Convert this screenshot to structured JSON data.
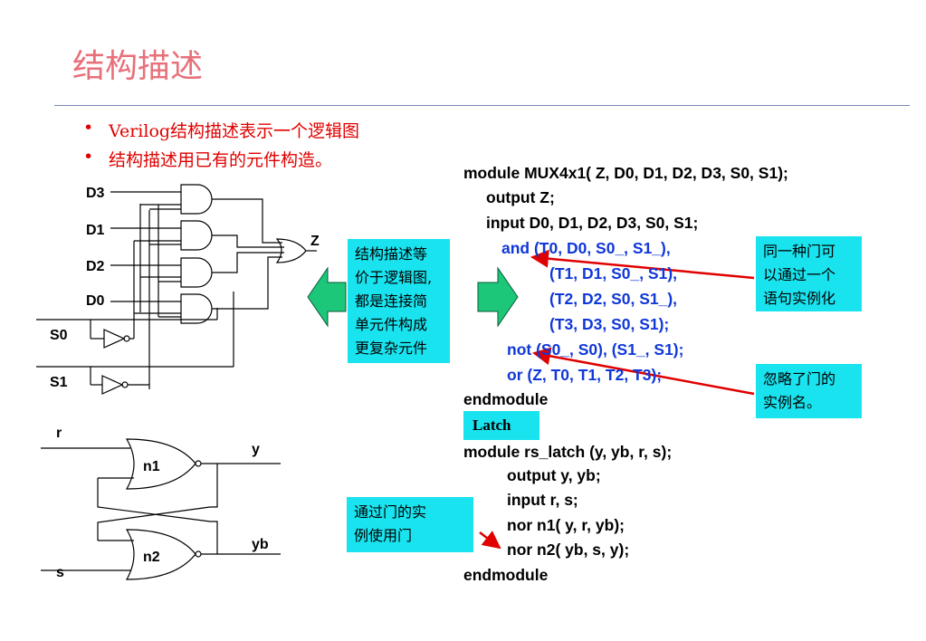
{
  "slide": {
    "title": "结构描述",
    "bullets": [
      "Verilog结构描述表示一个逻辑图",
      "结构描述用已有的元件构造。"
    ],
    "bullet_symbol": "•"
  },
  "mux_diagram": {
    "labels": [
      "D3",
      "D1",
      "D2",
      "D0",
      "S0",
      "S1",
      "Z"
    ]
  },
  "latch_diagram": {
    "labels": [
      "r",
      "s",
      "y",
      "yb",
      "n1",
      "n2"
    ]
  },
  "callouts": {
    "equiv": [
      "结构描述等",
      "价于逻辑图,",
      "都是连接简",
      "单元件构成",
      "更复杂元件"
    ],
    "same_gate": [
      "同一种门可",
      "以通过一个",
      "语句实例化"
    ],
    "ignore_name": [
      "忽略了门的",
      "实例名。"
    ],
    "instance": [
      "通过门的实",
      "例使用门"
    ],
    "latch_label": "Latch"
  },
  "code": {
    "mux": [
      "module MUX4x1( Z, D0, D1, D2, D3, S0, S1);",
      "output Z;",
      "input D0, D1, D2, D3, S0, S1;",
      "and  (T0, D0, S0_, S1_),",
      "(T1, D1, S0_, S1),",
      "(T2, D2, S0, S1_),",
      "(T3, D3, S0, S1);",
      "not (S0_, S0), (S1_, S1);",
      "or (Z, T0, T1, T2, T3);",
      "endmodule"
    ],
    "latch": [
      "module rs_latch (y, yb, r, s);",
      "output y, yb;",
      "input r, s;",
      "nor n1( y, r, yb);",
      "nor n2( yb, s, y);",
      "endmodule"
    ]
  },
  "colors": {
    "title": "#e8707a",
    "bullet": "#e00000",
    "code_blue": "#1038d8",
    "callout_bg": "#19e3ee",
    "arrow_green": "#1cc77a",
    "arrow_red": "#e00000"
  }
}
